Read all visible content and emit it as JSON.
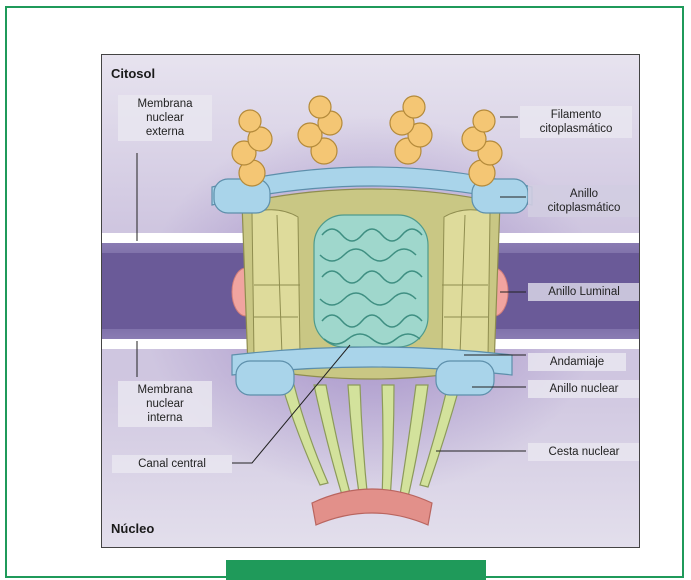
{
  "regions": {
    "cytosol": "Citosol",
    "nucleus": "Núcleo"
  },
  "labels": {
    "outer_membrane": "Membrana\nnuclear\nexterna",
    "inner_membrane": "Membrana\nnuclear\ninterna",
    "cytoplasmic_filament": "Filamento\ncitoplasmático",
    "cytoplasmic_ring": "Anillo\ncitoplasmático",
    "luminal_ring": "Anillo Luminal",
    "scaffold": "Andamiaje",
    "nuclear_ring": "Anillo nuclear",
    "nuclear_basket": "Cesta nuclear",
    "central_channel": "Canal central"
  },
  "colors": {
    "frame": "#1f9a5a",
    "filament": "#f4c674",
    "ring": "#a9d4ea",
    "scaffold": "#c9c784",
    "luminal": "#f1a4a0",
    "basket": "#d3e29c",
    "channel": "#9fd7cc",
    "membrane": "#6c5e94"
  }
}
